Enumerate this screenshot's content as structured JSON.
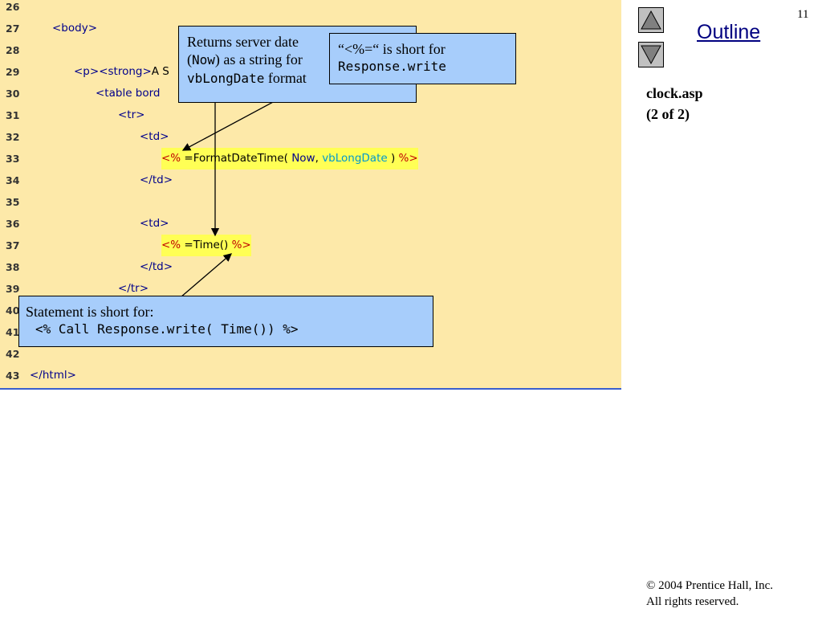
{
  "slide": {
    "page_number": "11",
    "outline_label": "Outline",
    "file_title": "clock.asp",
    "file_part": "(2 of 2)",
    "copyright_line1": "© 2004 Prentice Hall, Inc.",
    "copyright_line2": "All rights reserved."
  },
  "nav": {
    "up_icon": "triangle-up-icon",
    "down_icon": "triangle-down-icon"
  },
  "code": {
    "lines": [
      {
        "num": "26",
        "text": ""
      },
      {
        "num": "27",
        "text": "<body>"
      },
      {
        "num": "28",
        "text": ""
      },
      {
        "num": "29",
        "text_tag": "<p><strong>",
        "text_plain": "A S"
      },
      {
        "num": "30",
        "text": "<table bord"
      },
      {
        "num": "31",
        "text": "<tr>"
      },
      {
        "num": "32",
        "text": "<td>"
      },
      {
        "num": "33",
        "seg1": "<%",
        "seg2": " =FormatDateTime( ",
        "seg3": "Now",
        "seg4": ", ",
        "seg5": "vbLongDate",
        "seg6": " ) ",
        "seg7": "%>"
      },
      {
        "num": "34",
        "text": "</td>"
      },
      {
        "num": "35",
        "text": ""
      },
      {
        "num": "36",
        "text": "<td>"
      },
      {
        "num": "37",
        "seg1": "<%",
        "seg2": " =Time() ",
        "seg3": "%>"
      },
      {
        "num": "38",
        "text": "</td>"
      },
      {
        "num": "39",
        "text": "</tr>"
      },
      {
        "num": "40",
        "text": ""
      },
      {
        "num": "41",
        "text": ""
      },
      {
        "num": "42",
        "text": ""
      },
      {
        "num": "43",
        "text": "</html>"
      }
    ]
  },
  "callouts": {
    "server_date": {
      "l1": "Returns server date",
      "l2a": "(",
      "l2b": "Now",
      "l2c": ") as a string for",
      "l3a": "vbLongDate",
      "l3b": " format"
    },
    "short_for": {
      "l1": "“<%=“ is short for",
      "l2": "Response.write"
    },
    "statement": {
      "l1": "Statement is short for:",
      "l2": "<% Call Response.write( Time()) %>"
    }
  },
  "colors": {
    "code_bg": "#fde9a9",
    "callout_bg": "#a7cdfb",
    "highlight": "#ffff55",
    "tag_blue": "#00008b",
    "delim_red": "#c00000",
    "cyan": "#0099cc"
  }
}
